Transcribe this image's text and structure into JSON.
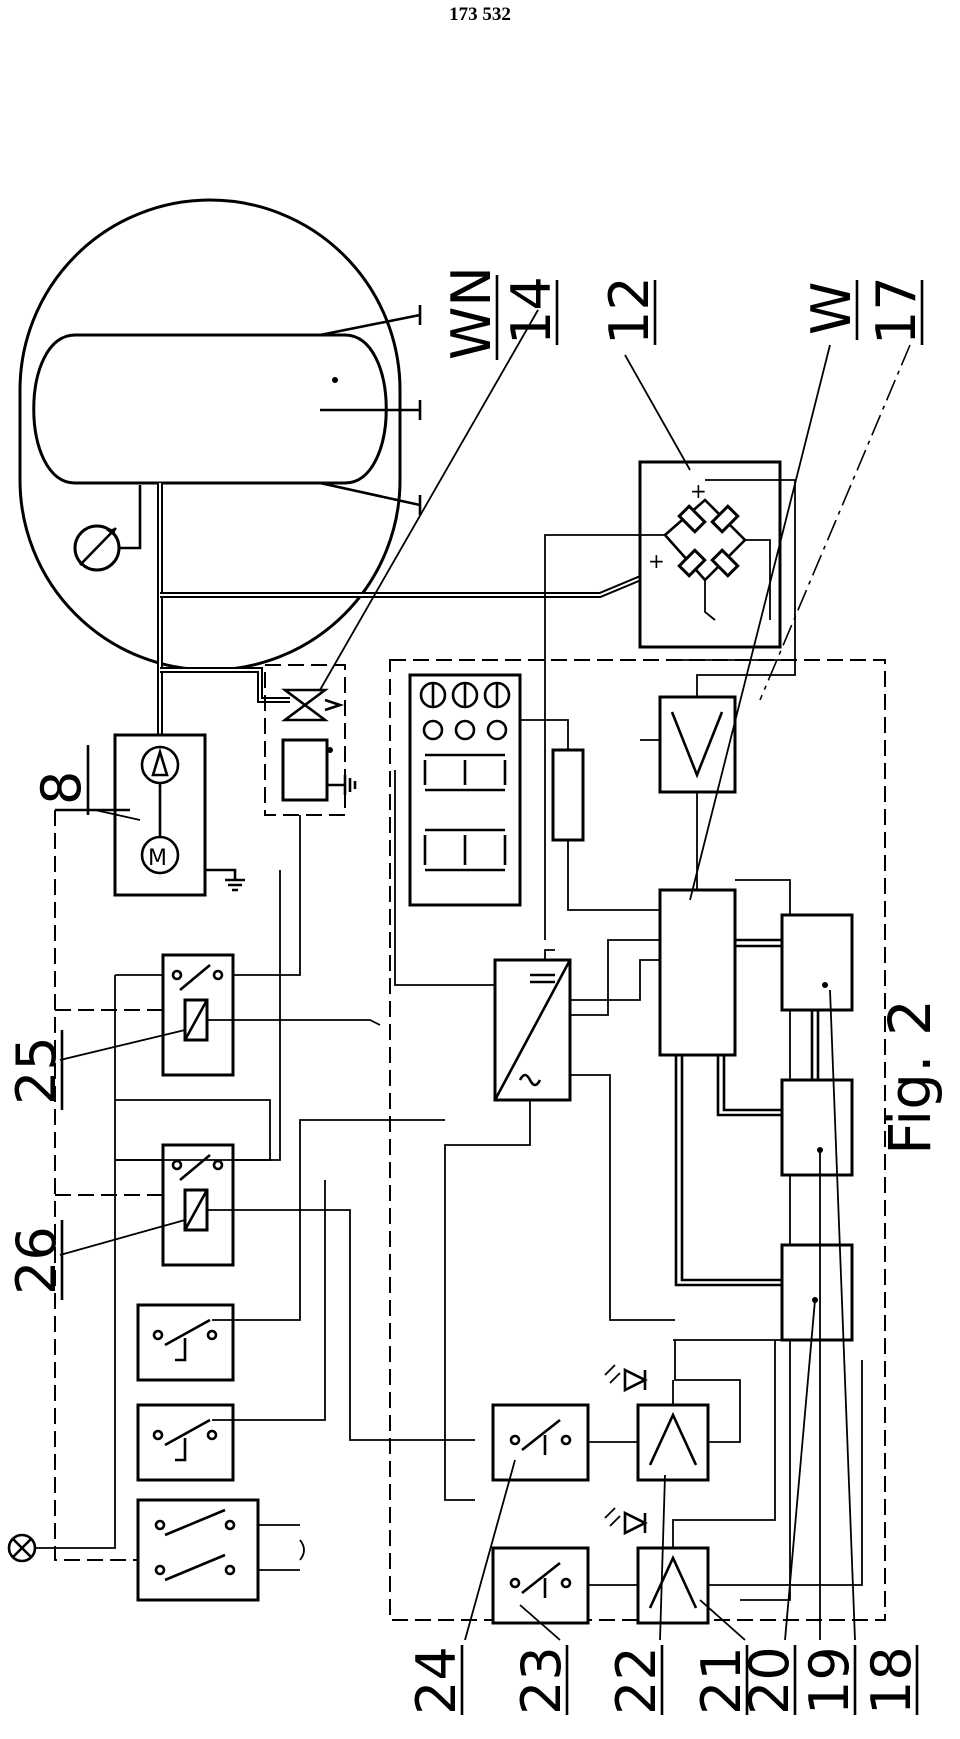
{
  "header": {
    "page_number": "173 532"
  },
  "figure": {
    "caption": "Fig. 2",
    "labels": {
      "l8": "8",
      "l12": "12",
      "l14": "14",
      "l17": "17",
      "lW": "W",
      "lWN": "WN",
      "l18": "18",
      "l19": "19",
      "l20": "20",
      "l21": "21",
      "l22": "22",
      "l23": "23",
      "l24": "24",
      "l25": "25",
      "l26": "26"
    }
  }
}
